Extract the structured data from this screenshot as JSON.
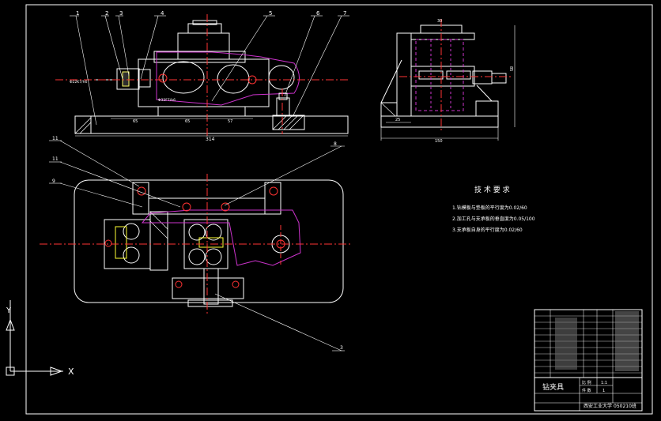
{
  "drawing": {
    "part_numbers_top": [
      "1",
      "2",
      "3",
      "4",
      "5",
      "6",
      "7"
    ],
    "part_numbers_plan": [
      "11",
      "11",
      "9",
      "8",
      "3"
    ],
    "front_dims": {
      "overall": "314",
      "d1": "65",
      "d2": "65",
      "d3": "57",
      "fit": "Φ22K7/h6",
      "bore": "Φ32F7/h6"
    },
    "side_dims": {
      "top": "30",
      "height": "85",
      "base": "25",
      "overall": "150"
    },
    "tech_requirements": {
      "title": "技 术 要 求",
      "items": [
        "1.钻模板与垫板的平行度为0.02/60",
        "2.加工孔与支承板的垂直度为0.05/100",
        "3.支承板自身的平行度为0.02/60"
      ]
    },
    "title_block": {
      "name": "钻夹具",
      "scale_label": "比 例",
      "scale": "1:1",
      "qty_label": "件 数",
      "qty": "1",
      "school": "西安工业大学",
      "drawing_no": "050210班"
    },
    "ucs": {
      "x_label": "X",
      "y_label": "Y"
    }
  }
}
